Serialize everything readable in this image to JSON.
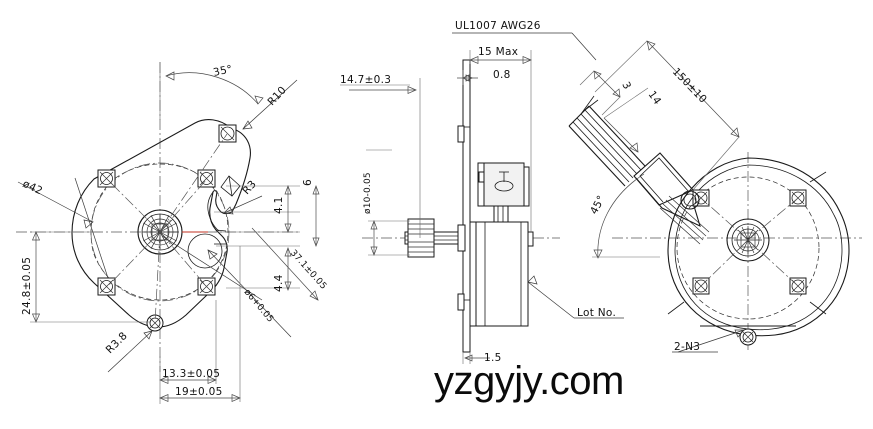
{
  "drawing": {
    "title": "Geared stepper motor outline drawing",
    "watermark": "yzgyjy.com",
    "line_color": "#1a1a1a",
    "accent_color": "#c03020"
  },
  "views": {
    "front": {
      "name": "front-view"
    },
    "side": {
      "name": "side-view"
    },
    "rear": {
      "name": "rear-view"
    }
  },
  "dimensions": {
    "angle_35": "35°",
    "r10": "R10",
    "r3": "R3",
    "r38": "R3.8",
    "dia42": "ø42",
    "dia6": "ø6+0.05",
    "h_24_8": "24.8±0.05",
    "h_37_1": "37.1±0.05",
    "v_13_3": "13.3±0.05",
    "v_19": "19±0.05",
    "d_4_1": "4.1",
    "d_4_4": "4.4",
    "d_6": "6",
    "d_14_7": "14.7±0.3",
    "d_15max": "15 Max",
    "d_0_8": "0.8",
    "dia10": "ø10-0.05",
    "d_1_5": "1.5",
    "wire_spec": "UL1007 AWG26",
    "wire_len": "150±10",
    "wire_3": "3",
    "wire_14": "14",
    "angle_45": "45°",
    "lot_no": "Lot No.",
    "holes_2n3": "2-N3"
  }
}
